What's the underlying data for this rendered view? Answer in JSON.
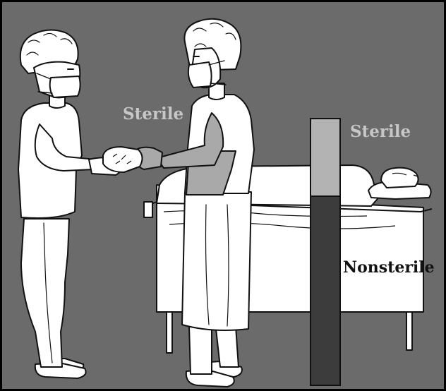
{
  "labels": {
    "sterile_left": "Sterile",
    "sterile_right": "Sterile",
    "nonsterile": "Nonsterile"
  },
  "colors": {
    "background": "#6b6b6b",
    "frame": "#000000",
    "outline": "#111111",
    "figure_fill": "#ffffff",
    "sterile_zone": "#b3b3b3",
    "nonsterile_zone": "#3c3c3c",
    "gown_sterile_area": "#a9a9a9",
    "label_sterile": "#c7c7c7",
    "label_nonsterile": "#111111"
  },
  "icons": [
    "nurse-figure",
    "gowned-surgeon-figure",
    "patient-on-table",
    "sterility-indicator-bar"
  ]
}
